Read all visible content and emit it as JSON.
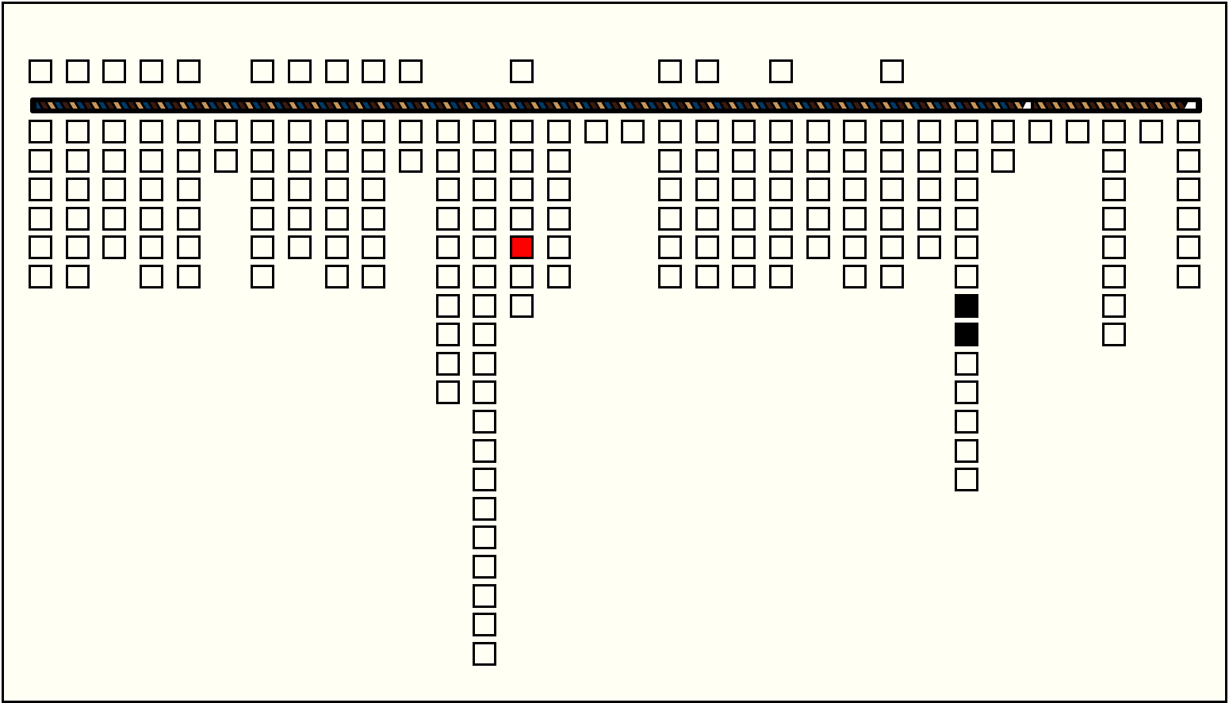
{
  "colors": {
    "background": "#fffff4",
    "border": "#000000",
    "highlight_red": "#ff0000",
    "filled_black": "#000000"
  },
  "board": {
    "columns": 32,
    "top_row_columns": [
      0,
      1,
      2,
      3,
      4,
      6,
      7,
      8,
      9,
      10,
      13,
      17,
      18,
      20,
      23
    ],
    "column_heights": [
      6,
      6,
      5,
      6,
      6,
      2,
      6,
      5,
      6,
      6,
      2,
      10,
      19,
      7,
      6,
      1,
      1,
      6,
      6,
      6,
      6,
      5,
      6,
      6,
      5,
      13,
      2,
      1,
      1,
      8,
      1,
      6
    ],
    "red_cells": [
      [
        13,
        4
      ]
    ],
    "black_cells": [
      [
        25,
        6
      ],
      [
        25,
        7
      ]
    ]
  }
}
